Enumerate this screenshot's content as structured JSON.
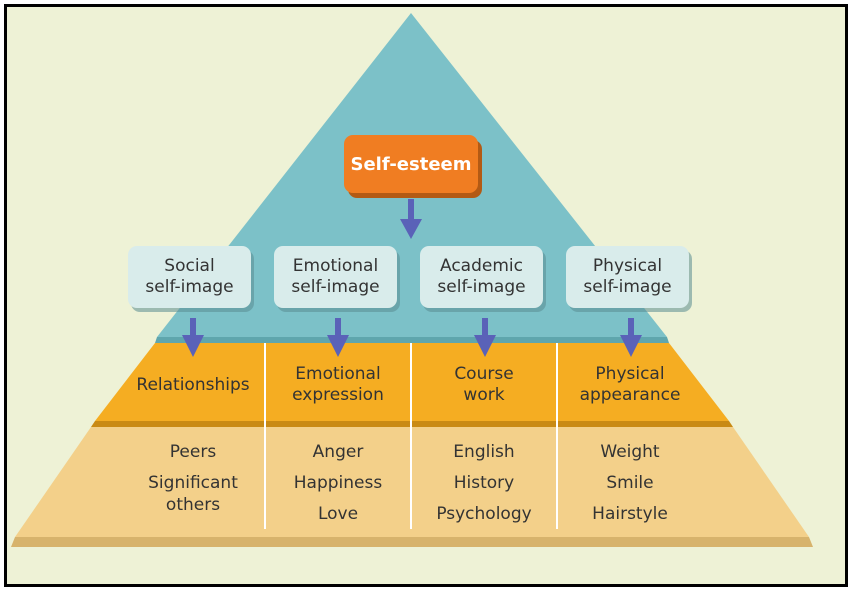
{
  "top": {
    "label": "Self-esteem"
  },
  "self_images": [
    {
      "line1": "Social",
      "line2": "self-image"
    },
    {
      "line1": "Emotional",
      "line2": "self-image"
    },
    {
      "line1": "Academic",
      "line2": "self-image"
    },
    {
      "line1": "Physical",
      "line2": "self-image"
    }
  ],
  "middle_row": [
    {
      "line1": "Relationships",
      "line2": ""
    },
    {
      "line1": "Emotional",
      "line2": "expression"
    },
    {
      "line1": "Course",
      "line2": "work"
    },
    {
      "line1": "Physical",
      "line2": "appearance"
    }
  ],
  "bottom_row": [
    {
      "items": [
        "Peers",
        "Significant others"
      ]
    },
    {
      "items": [
        "Anger",
        "Happiness",
        "Love"
      ]
    },
    {
      "items": [
        "English",
        "History",
        "Psychology"
      ]
    },
    {
      "items": [
        "Weight",
        "Smile",
        "Hairstyle"
      ]
    }
  ],
  "colors": {
    "background": "#eef2d6",
    "pyramid_top": "#7cc1c8",
    "middle_band": "#f5ad22",
    "bottom_band": "#f3d08a",
    "arrow": "#5a62b8",
    "top_box": "#f07d22"
  }
}
